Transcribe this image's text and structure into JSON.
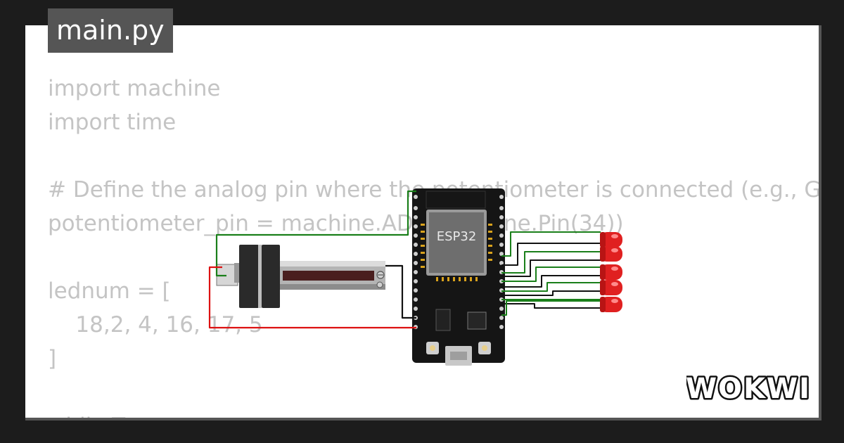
{
  "file_tab": {
    "label": "main.py"
  },
  "code_lines": [
    "import machine",
    "import time",
    "",
    "# Define the analog pin where the potentiometer is connected (e.g., GP",
    "potentiometer_pin = machine.ADC(machine.Pin(34))",
    "",
    "lednum = [",
    "    18,2, 4, 16, 17, 5",
    "]",
    "",
    "while True:"
  ],
  "board": {
    "chip_label": "ESP32"
  },
  "logo": {
    "text": "WOKWI"
  },
  "colors": {
    "background": "#1c1c1c",
    "card": "#ffffff",
    "tab": "#555555",
    "code_text": "#c4c4c4",
    "wire_green": "#1a7f1a",
    "wire_red": "#dd1111",
    "wire_black": "#111111",
    "led_red": "#e02020"
  }
}
